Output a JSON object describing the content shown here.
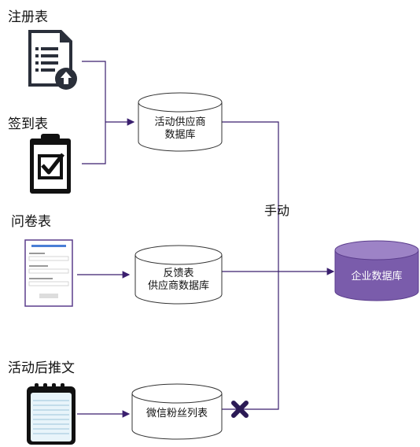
{
  "sources": {
    "registration": {
      "label": "注册表"
    },
    "signin": {
      "label": "签到表"
    },
    "questionnaire": {
      "label": "问卷表"
    },
    "post_event": {
      "label": "活动后推文"
    }
  },
  "nodes": {
    "supplier_db": {
      "line1": "活动供应商",
      "line2": "数据库"
    },
    "feedback_db": {
      "line1": "反馈表",
      "line2": "供应商数据库"
    },
    "wechat_db": {
      "line1": "微信粉丝列表"
    },
    "enterprise_db": {
      "label": "企业数据库"
    }
  },
  "edge_labels": {
    "manual": "手动"
  },
  "colors": {
    "line": "#3a1f6e",
    "enterprise_fill": "#7a5cab",
    "enterprise_top": "#9d83c6",
    "cross": "#2b1a55"
  }
}
